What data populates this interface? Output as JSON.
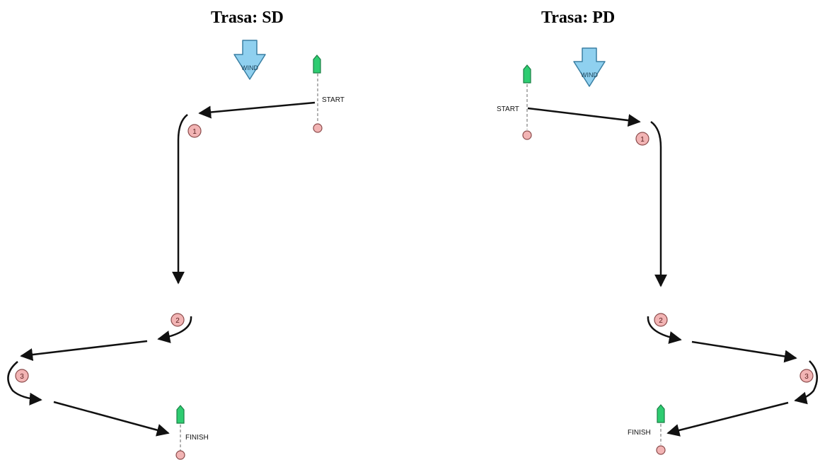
{
  "courses": [
    {
      "title": "Trasa: SD",
      "wind_label": "WIND",
      "start_label": "START",
      "finish_label": "FINISH",
      "marks": [
        "1",
        "2",
        "3"
      ]
    },
    {
      "title": "Trasa: PD",
      "wind_label": "WIND",
      "start_label": "START",
      "finish_label": "FINISH",
      "marks": [
        "1",
        "2",
        "3"
      ]
    }
  ],
  "colors": {
    "wind_arrow_fill": "#8fd0ef",
    "wind_arrow_stroke": "#3a7fa3",
    "committee_boat": "#2ecc71",
    "mark_fill": "#f2b4b4",
    "mark_stroke": "#8a4a4a",
    "line": "#111111"
  }
}
